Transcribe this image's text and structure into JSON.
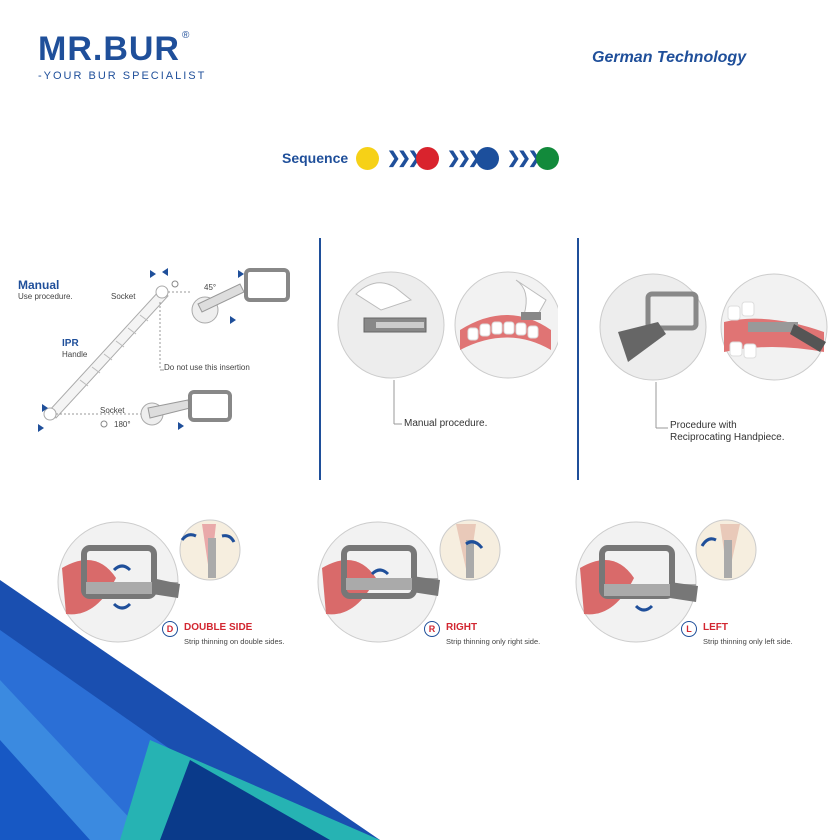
{
  "header": {
    "logo_text": "MR.BUR",
    "logo_mark": "®",
    "tagline": "-YOUR BUR SPECIALIST",
    "technology": "German Technology"
  },
  "sequence": {
    "label": "Sequence",
    "colors": [
      "#f6d117",
      "#d9232d",
      "#1c4f9c",
      "#128a3b"
    ]
  },
  "manual_diagram": {
    "title": "Manual",
    "subtitle": "Use procedure.",
    "ipr_title": "IPR",
    "ipr_subtitle": "Handle",
    "socket_top": "Socket",
    "socket_bottom": "Socket",
    "angle_top": "45°",
    "angle_bottom": "180°",
    "warning": "Do not use this insertion"
  },
  "procedures": {
    "manual": "Manual procedure.",
    "reciprocating_line1": "Procedure with",
    "reciprocating_line2": "Reciprocating Handpiece."
  },
  "strips": [
    {
      "badge": "D",
      "label": "DOUBLE SIDE",
      "desc": "Strip thinning on double sides."
    },
    {
      "badge": "R",
      "label": "RIGHT",
      "desc": "Strip thinning only right side."
    },
    {
      "badge": "L",
      "label": "LEFT",
      "desc": "Strip thinning only left side."
    }
  ]
}
